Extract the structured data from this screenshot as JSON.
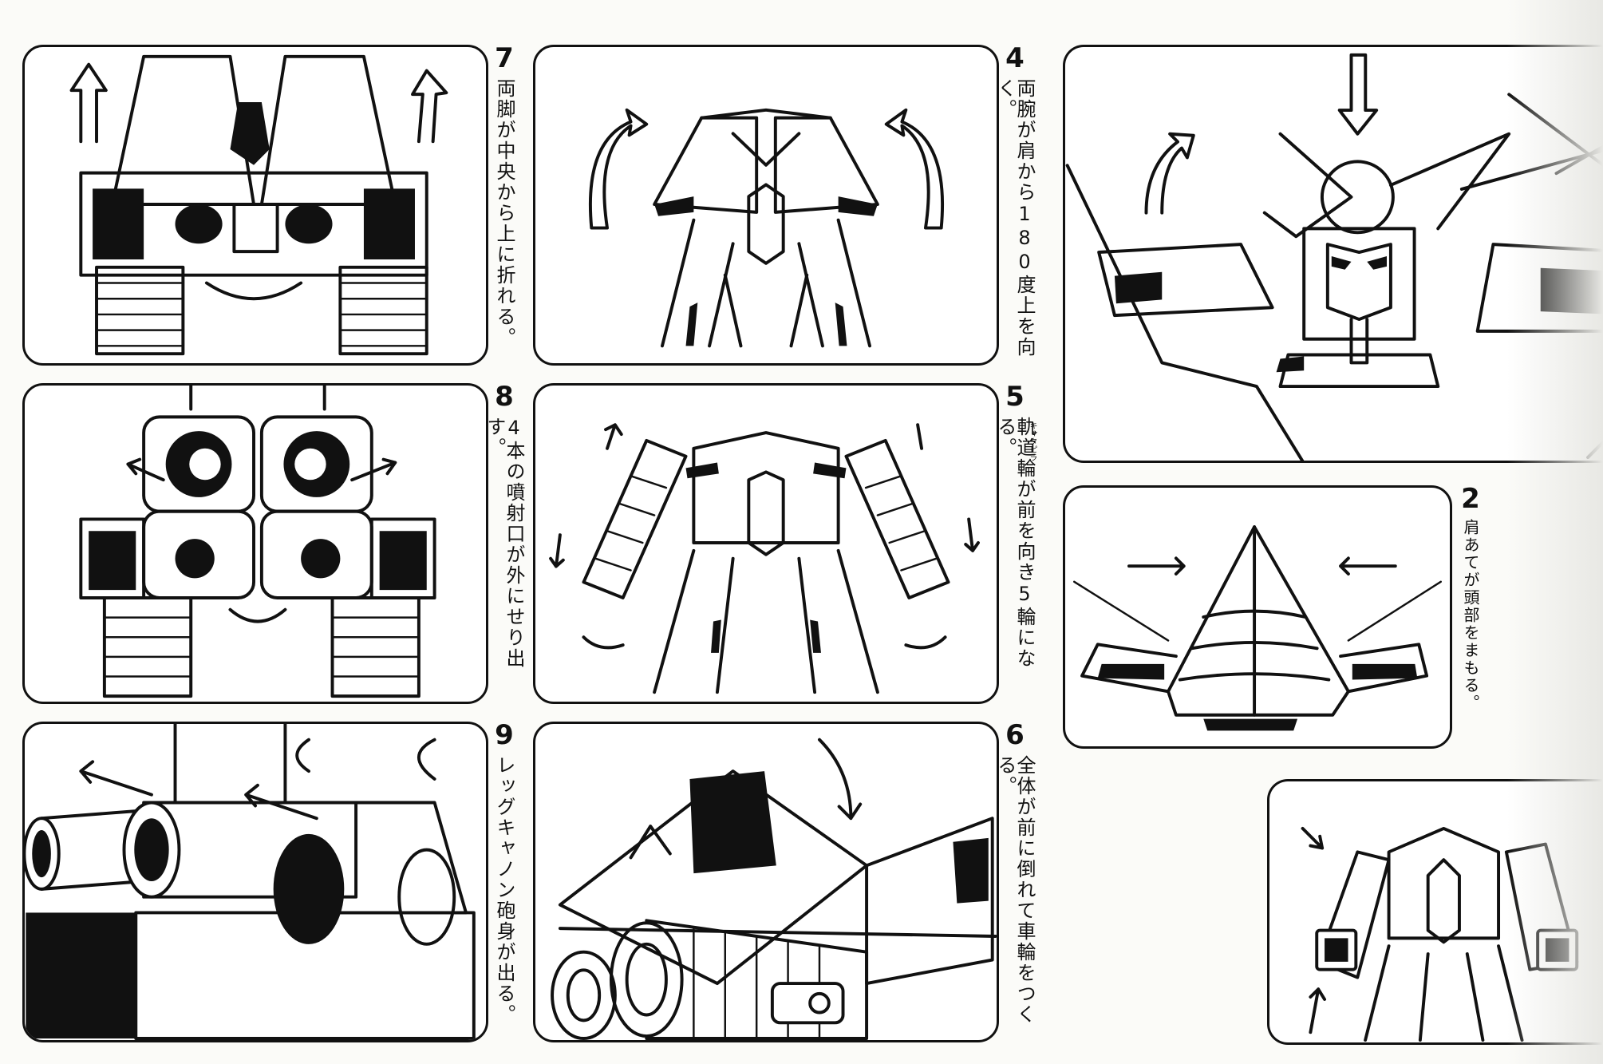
{
  "steps": [
    {
      "number": "7",
      "text": "両脚が中央から上に折れる。"
    },
    {
      "number": "4",
      "text": "両腕が肩から180度上を向く。"
    },
    {
      "number": "8",
      "text": "4本の噴射口が外にせり出す。"
    },
    {
      "number": "5",
      "text": "軌道輪が前を向き5輪になる。",
      "ruby": "キャタピラ"
    },
    {
      "number": "9",
      "text": "レッグキャノン砲身が出る。"
    },
    {
      "number": "6",
      "text": "全体が前に倒れて車輪をつくる。"
    },
    {
      "number": "2",
      "text": "肩あてが頭部をまもる。"
    }
  ],
  "icons": {
    "arrow": "curved-arrow-icon",
    "robot": "robot-line-art"
  }
}
